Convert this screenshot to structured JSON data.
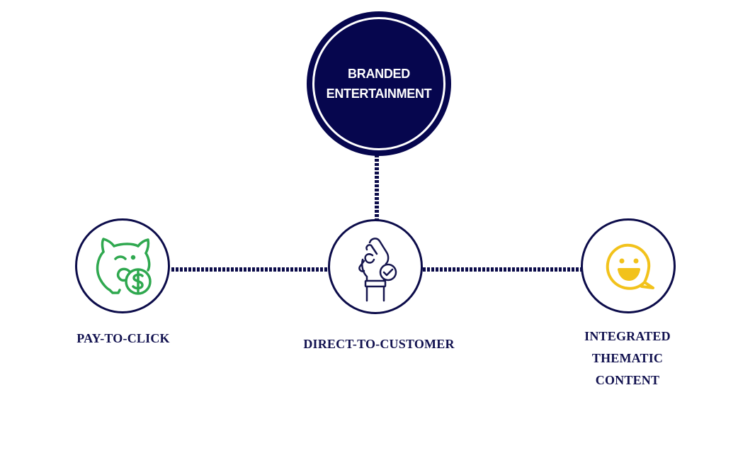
{
  "diagram": {
    "center_node": {
      "label_line1": "BRANDED",
      "label_line2": "ENTERTAINMENT"
    },
    "nodes": [
      {
        "label": "PAY-TO-CLICK",
        "icon": "piggy-bank-dollar-icon",
        "icon_color": "#2fa84f"
      },
      {
        "label": "DIRECT-TO-CUSTOMER",
        "icon": "ok-hand-check-icon",
        "icon_color": "#16164f"
      },
      {
        "label_line1": "INTEGRATED",
        "label_line2": "THEMATIC",
        "label_line3": "CONTENT",
        "icon": "smiley-chat-icon",
        "icon_color": "#f2c21b"
      }
    ],
    "colors": {
      "primary_navy": "#06064e",
      "connector": "#0c0c4a",
      "label_text": "#11114f"
    }
  }
}
